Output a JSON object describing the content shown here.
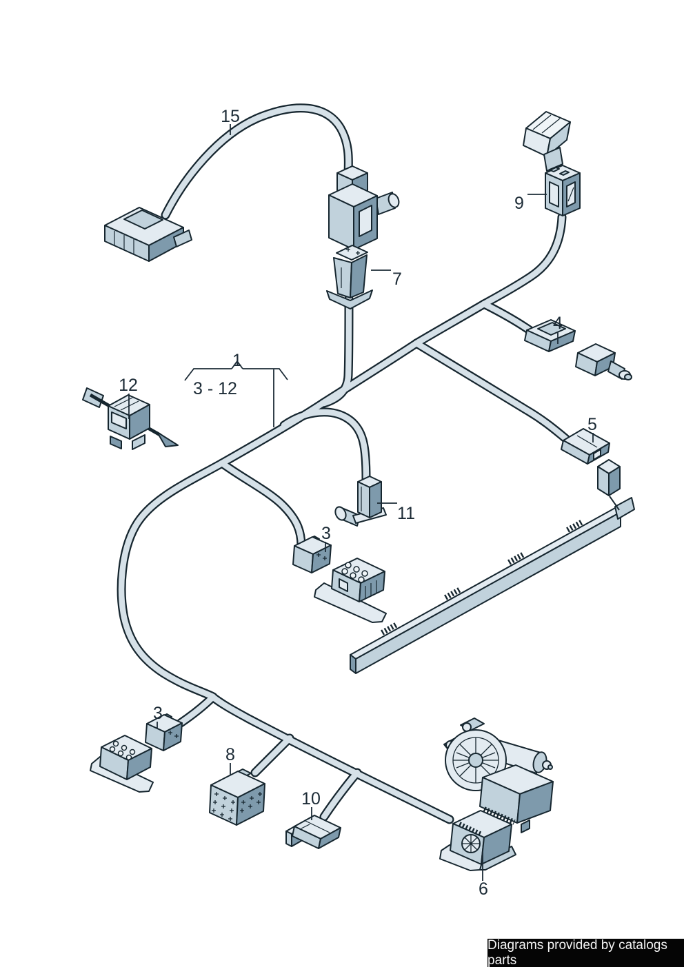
{
  "diagram": {
    "callouts": [
      {
        "id": "15",
        "text": "15"
      },
      {
        "id": "9",
        "text": "9"
      },
      {
        "id": "7",
        "text": "7"
      },
      {
        "id": "4",
        "text": "4"
      },
      {
        "id": "12",
        "text": "12"
      },
      {
        "id": "1",
        "text": "1"
      },
      {
        "id": "range",
        "text": "3 - 12"
      },
      {
        "id": "5",
        "text": "5"
      },
      {
        "id": "11",
        "text": "11"
      },
      {
        "id": "3-mid",
        "text": "3"
      },
      {
        "id": "3-bottom",
        "text": "3"
      },
      {
        "id": "8",
        "text": "8"
      },
      {
        "id": "10",
        "text": "10"
      },
      {
        "id": "6",
        "text": "6"
      }
    ],
    "colors": {
      "outline": "#16262f",
      "cable_core": "#d6e1e8",
      "face_lighter": "#f0f5f8",
      "face_light": "#e3ebf1",
      "face_mid": "#c1d2dc",
      "face_dark": "#7e9aac",
      "background": "#ffffff",
      "label_color": "#1c2b36"
    }
  },
  "footer": {
    "text": "Diagrams provided by catalogs parts",
    "background": "#050505",
    "text_color": "#f4f4f4"
  }
}
